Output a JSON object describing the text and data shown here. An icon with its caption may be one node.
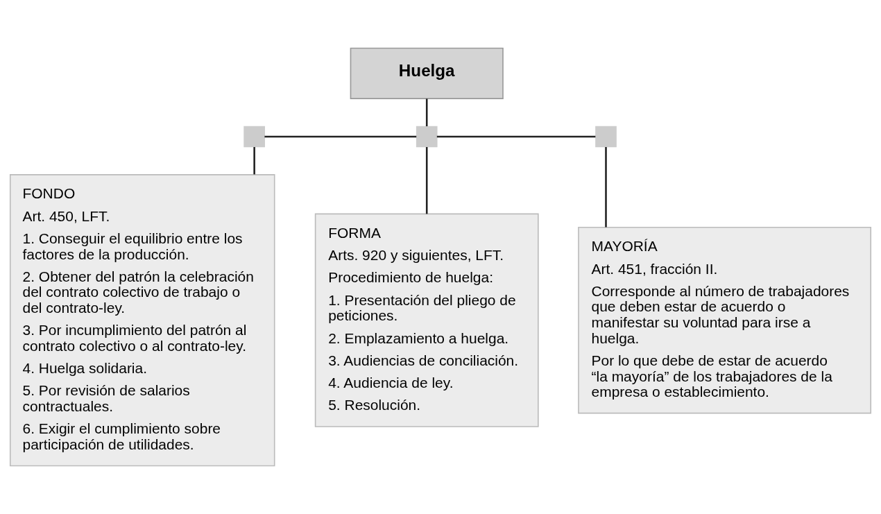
{
  "diagram": {
    "nodes": [
      {
        "text": [
          "Huelga"
        ]
      },
      {
        "text": [],
        "shape": "box"
      },
      {
        "text": [],
        "shape": "box"
      },
      {
        "text": [],
        "shape": "box"
      },
      {
        "text": [
          "FONDO",
          "Art. 450, LFT.",
          "1. Conseguir el equilibrio entre los factores de la producción.",
          "2. Obtener del patrón la celebración del contrato colectivo de trabajo o del contrato-ley.",
          "3. Por incumplimiento del patrón al contrato colectivo o al contrato-ley.",
          "4. Huelga solidaria.",
          "5. Por revisión de salarios contractuales.",
          "6. Exigir el cumplimiento sobre participación de utilidades."
        ]
      },
      {
        "text": [
          "FORMA",
          "Arts. 920 y siguientes, LFT.",
          "Procedimiento de huelga:",
          "1. Presentación del pliego de peticiones.",
          "2. Emplazamiento a huelga.",
          "3. Audiencias de conciliación.",
          "4. Audiencia de ley.",
          "5. Resolución."
        ]
      },
      {
        "text": [
          "MAYORÍA",
          "Art. 451, fracción II.",
          "Corresponde al número de trabajadores que deben estar de acuerdo o manifestar su voluntad para irse a huelga.",
          "Por lo que debe de estar de acuerdo “la mayoría” de los trabajadores de la empresa o establecimiento."
        ]
      }
    ],
    "edges": [
      {
        "from": 0,
        "to": 2,
        "arrow": "none"
      },
      {
        "from": 1,
        "to": 2,
        "arrow": "none"
      },
      {
        "from": 2,
        "to": 3,
        "arrow": "none"
      },
      {
        "from": 1,
        "to": 4,
        "arrow": "none"
      },
      {
        "from": 2,
        "to": 5,
        "arrow": "none"
      },
      {
        "from": 3,
        "to": 6,
        "arrow": "none"
      }
    ]
  }
}
